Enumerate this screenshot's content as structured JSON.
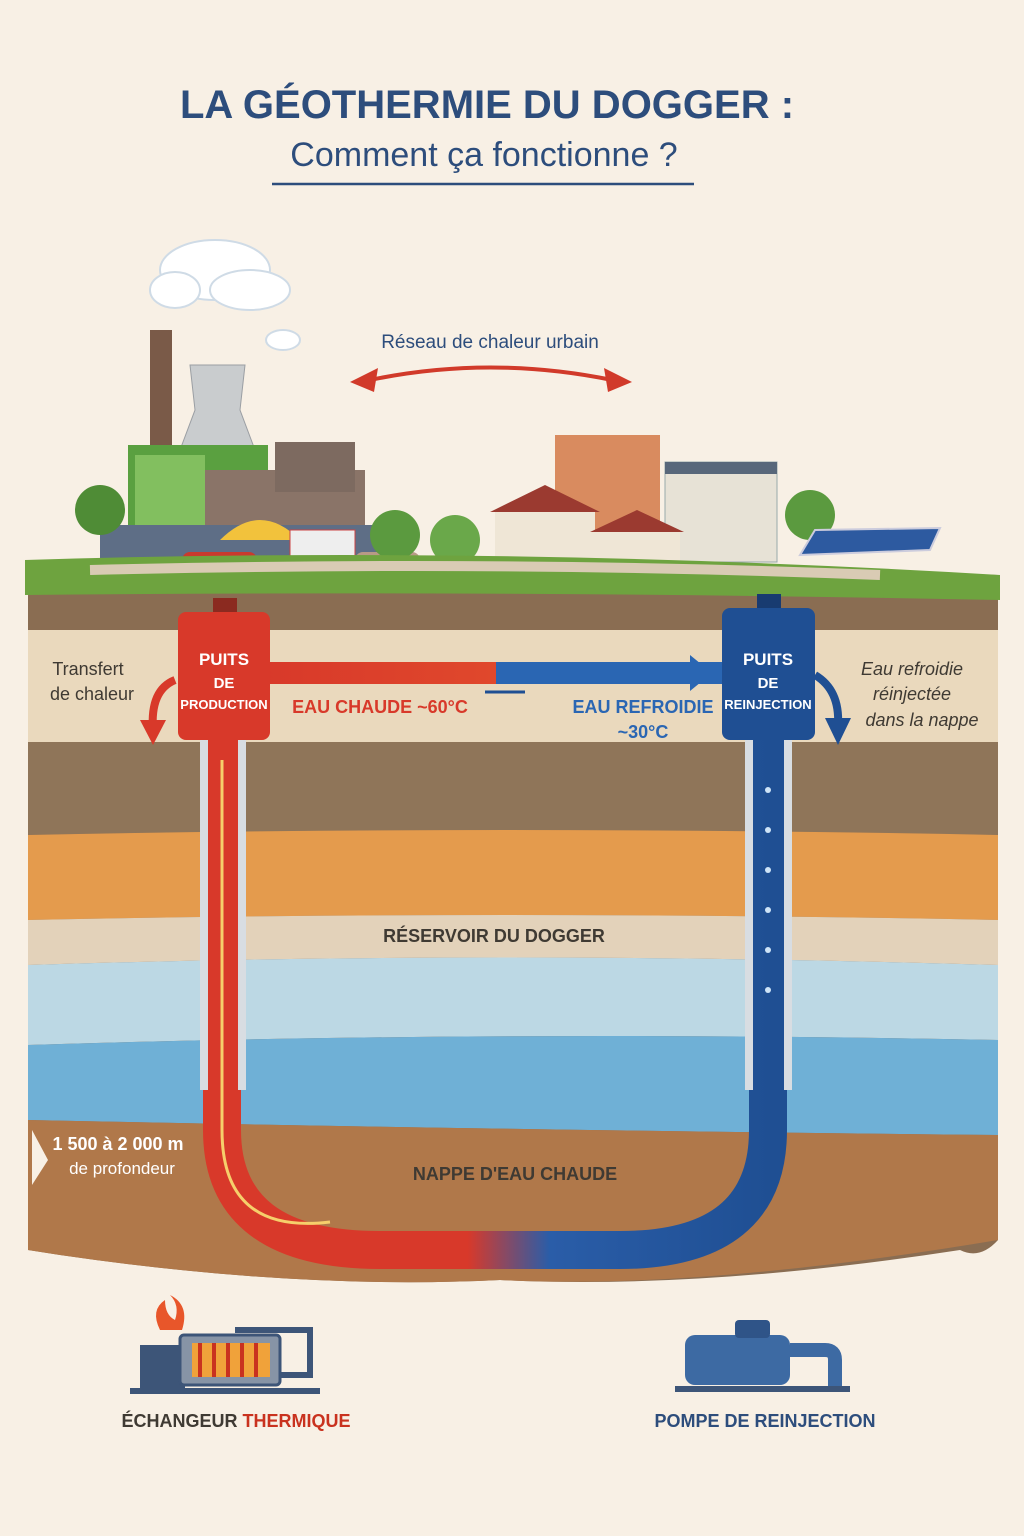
{
  "header": {
    "title": "LA GÉOTHERMIE DU DOGGER :",
    "subtitle": "Comment ça fonctionne ?"
  },
  "surface": {
    "network_label": "Réseau de chaleur urbain"
  },
  "wells": {
    "production": {
      "line1": "PUITS",
      "line2": "DE",
      "line3": "PRODUCTION"
    },
    "reinjection": {
      "line1": "PUITS",
      "line2": "DE",
      "line3": "REINJECTION"
    }
  },
  "labels": {
    "heat_transfer_1": "Transfert",
    "heat_transfer_2": "de chaleur",
    "hot_water": "EAU CHAUDE ~60°C",
    "cold_water_1": "EAU REFROIDIE",
    "cold_water_2": "~30°C",
    "reinjected_1": "Eau refroidie",
    "reinjected_2": "réinjectée",
    "reinjected_3": "dans la nappe",
    "reservoir": "RÉSERVOIR DU DOGGER",
    "depth_1": "1 500 à 2 000 m",
    "depth_2": "de profondeur",
    "aquifer": "NAPPE D'EAU CHAUDE"
  },
  "legend": {
    "exchanger_part1": "ÉCHANGEUR ",
    "exchanger_part2": "THERMIQUE",
    "pump": "POMPE DE REINJECTION"
  },
  "colors": {
    "hot": "#d8392a",
    "cold": "#1f4f93",
    "title": "#2d4d7c"
  }
}
